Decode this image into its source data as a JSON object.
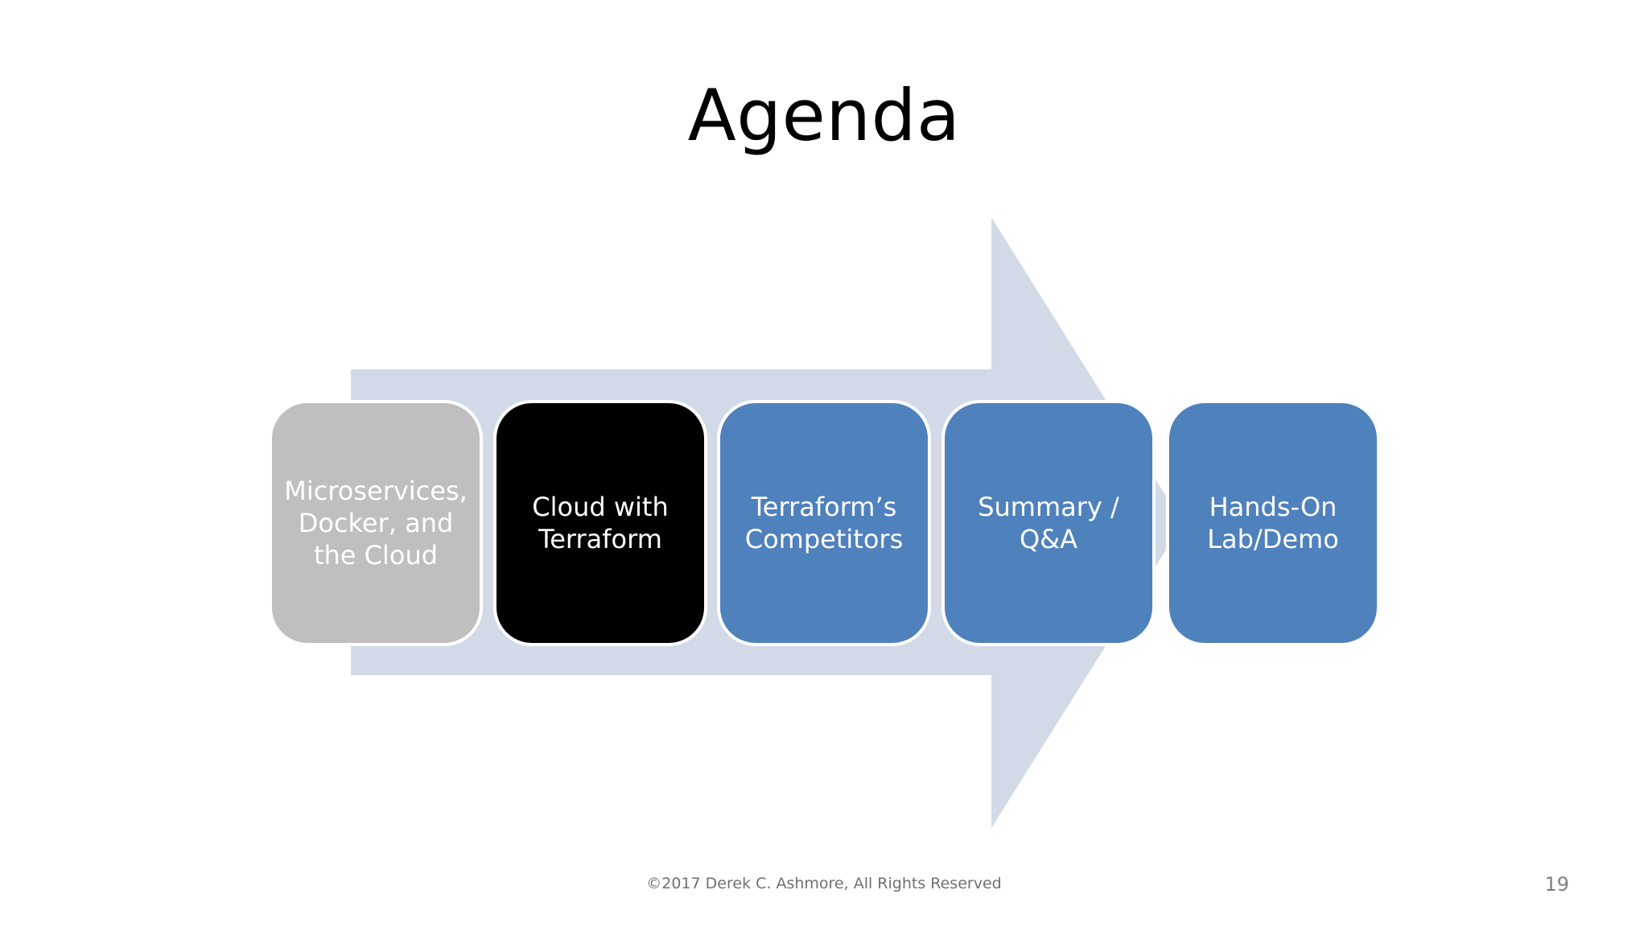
{
  "slide": {
    "title": "Agenda",
    "footer": "©2017 Derek C. Ashmore, All Rights Reserved",
    "page_number": "19"
  },
  "colors": {
    "arrow": "#d2dae8",
    "completed": "#bfbfbf",
    "current": "#000000",
    "upcoming": "#4f81bd",
    "box_border": "#ffffff"
  },
  "agenda": {
    "items": [
      {
        "label": "Microservices, Docker, and the Cloud",
        "state": "completed"
      },
      {
        "label": "Cloud with Terraform",
        "state": "current"
      },
      {
        "label": "Terraform’s Competitors",
        "state": "upcoming"
      },
      {
        "label": "Summary / Q&A",
        "state": "upcoming"
      },
      {
        "label": "Hands-On Lab/Demo",
        "state": "upcoming"
      }
    ]
  }
}
